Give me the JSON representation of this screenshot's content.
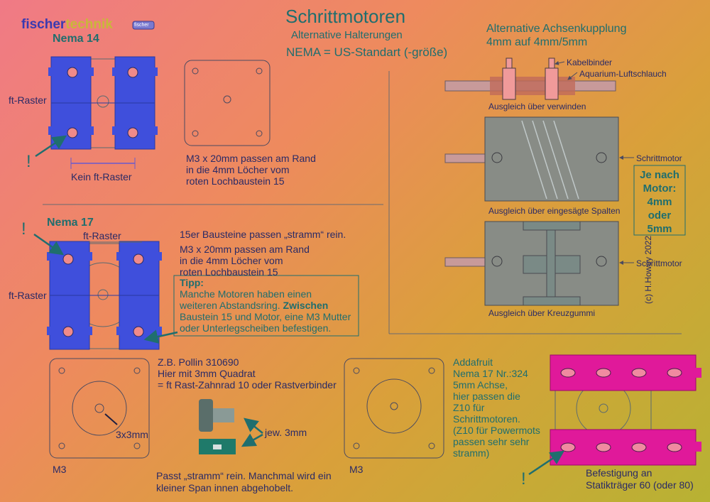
{
  "logo": {
    "brand_a": "fischer",
    "brand_b": "technik",
    "badge": "fischer"
  },
  "header": {
    "title": "Schrittmotoren",
    "subtitle": "Alternative Halterungen",
    "nema_note": "NEMA = US-Standart (-größe)"
  },
  "coupling": {
    "title_line1": "Alternative Achsenkupplung",
    "title_line2": "4mm auf 4mm/5mm",
    "kabelbinder": "Kabelbinder",
    "aquarium": "Aquarium-Luftschlauch",
    "cap_twist": "Ausgleich über verwinden",
    "cap_slots": "Ausgleich über eingesägte Spalten",
    "cap_cross": "Ausgleich über Kreuzgummi",
    "motor_label_1": "Schrittmotor",
    "motor_label_2": "Schrittmotor",
    "shaft_box": [
      "Je nach",
      "Motor:",
      "4mm",
      "oder",
      "5mm"
    ]
  },
  "nema14": {
    "title": "Nema 14",
    "ft_raster": "ft-Raster",
    "kein_ft_raster": "Kein ft-Raster",
    "exclaim": "!",
    "note": [
      "M3 x 20mm passen am Rand",
      "in die 4mm Löcher vom",
      "roten Lochbaustein 15"
    ]
  },
  "nema17": {
    "title": "Nema 17",
    "ft_raster_top": "ft-Raster",
    "ft_raster_left": "ft-Raster",
    "exclaim": "!",
    "note_1": "15er Bausteine passen „stramm“ rein.",
    "note_2": [
      "M3 x 20mm passen am Rand",
      "in die 4mm Löcher vom",
      "roten Lochbaustein 15"
    ],
    "tipp_title": "Tipp:",
    "tipp_line1": "Manche Motoren haben einen",
    "tipp_line2a": "weiteren Abstandsring. ",
    "tipp_line2b": "Zwischen",
    "tipp_line3": "Baustein 15 und Motor, eine M3 Mutter",
    "tipp_line4": "oder Unterlegscheiben befestigen."
  },
  "pollin": {
    "lines": [
      "Z.B. Pollin 310690",
      "Hier mit 3mm Quadrat",
      "= ft Rast-Zahnrad 10 oder Rastverbinder"
    ],
    "dim": "3x3mm",
    "m3": "M3",
    "jew": "jew. 3mm",
    "bottom": [
      "Passt „stramm“ rein. Manchmal wird ein",
      "kleiner Span innen abgehobelt."
    ]
  },
  "adafruit": {
    "lines": [
      "Addafruit",
      "Nema 17 Nr.:324",
      "5mm Achse,",
      "hier passen die",
      "Z10 für",
      "Schrittmotoren.",
      "(Z10 für Powermots",
      "passen sehr sehr",
      "stramm)"
    ],
    "m3": "M3"
  },
  "statik": {
    "caption": [
      "Befestigung an",
      "Statikträger 60 (oder 80)"
    ],
    "exclaim": "!"
  },
  "copyright": "(c) H.Howey  2022",
  "colors": {
    "blue_block": "#3f4fdc",
    "magenta_block": "#e0199a",
    "grey_part": "#888c86",
    "line": "#5a6a70",
    "teal": "#1f6e6e"
  }
}
